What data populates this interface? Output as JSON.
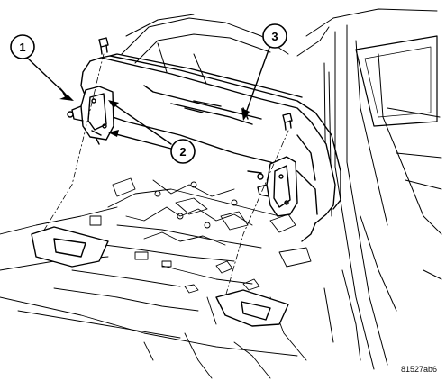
{
  "figure": {
    "id": "81527ab6",
    "callouts": [
      {
        "number": "1"
      },
      {
        "number": "2"
      },
      {
        "number": "3"
      }
    ]
  }
}
